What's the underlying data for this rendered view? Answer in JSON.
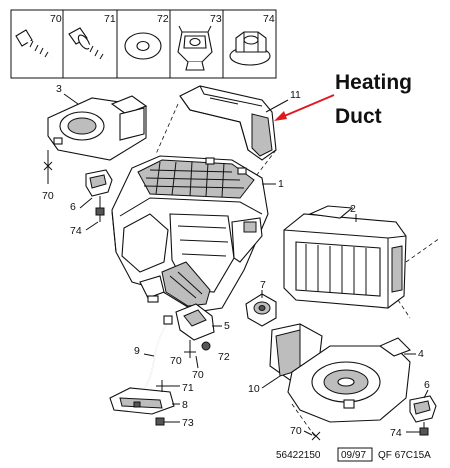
{
  "header_parts": [
    {
      "number": "70",
      "icon": "bolt-icon"
    },
    {
      "number": "71",
      "icon": "flange-bolt-icon"
    },
    {
      "number": "72",
      "icon": "washer-icon"
    },
    {
      "number": "73",
      "icon": "clip-nut-icon"
    },
    {
      "number": "74",
      "icon": "flange-nut-icon"
    }
  ],
  "annotation": {
    "line1": "Heating",
    "line2": "Duct",
    "arrow_color": "#e0191e"
  },
  "callouts": {
    "c1": "1",
    "c2": "2",
    "c3": "3",
    "c4": "4",
    "c5": "5",
    "c6a": "6",
    "c6b": "6",
    "c7": "7",
    "c8": "8",
    "c9": "9",
    "c10": "10",
    "c11": "11",
    "c70a": "70",
    "c70b": "70",
    "c70c": "70",
    "c71": "71",
    "c72": "72",
    "c73": "73",
    "c74a": "74",
    "c74b": "74"
  },
  "footer": {
    "part_no": "56422150",
    "date": "09/97",
    "ref": "QF 67C15A"
  }
}
